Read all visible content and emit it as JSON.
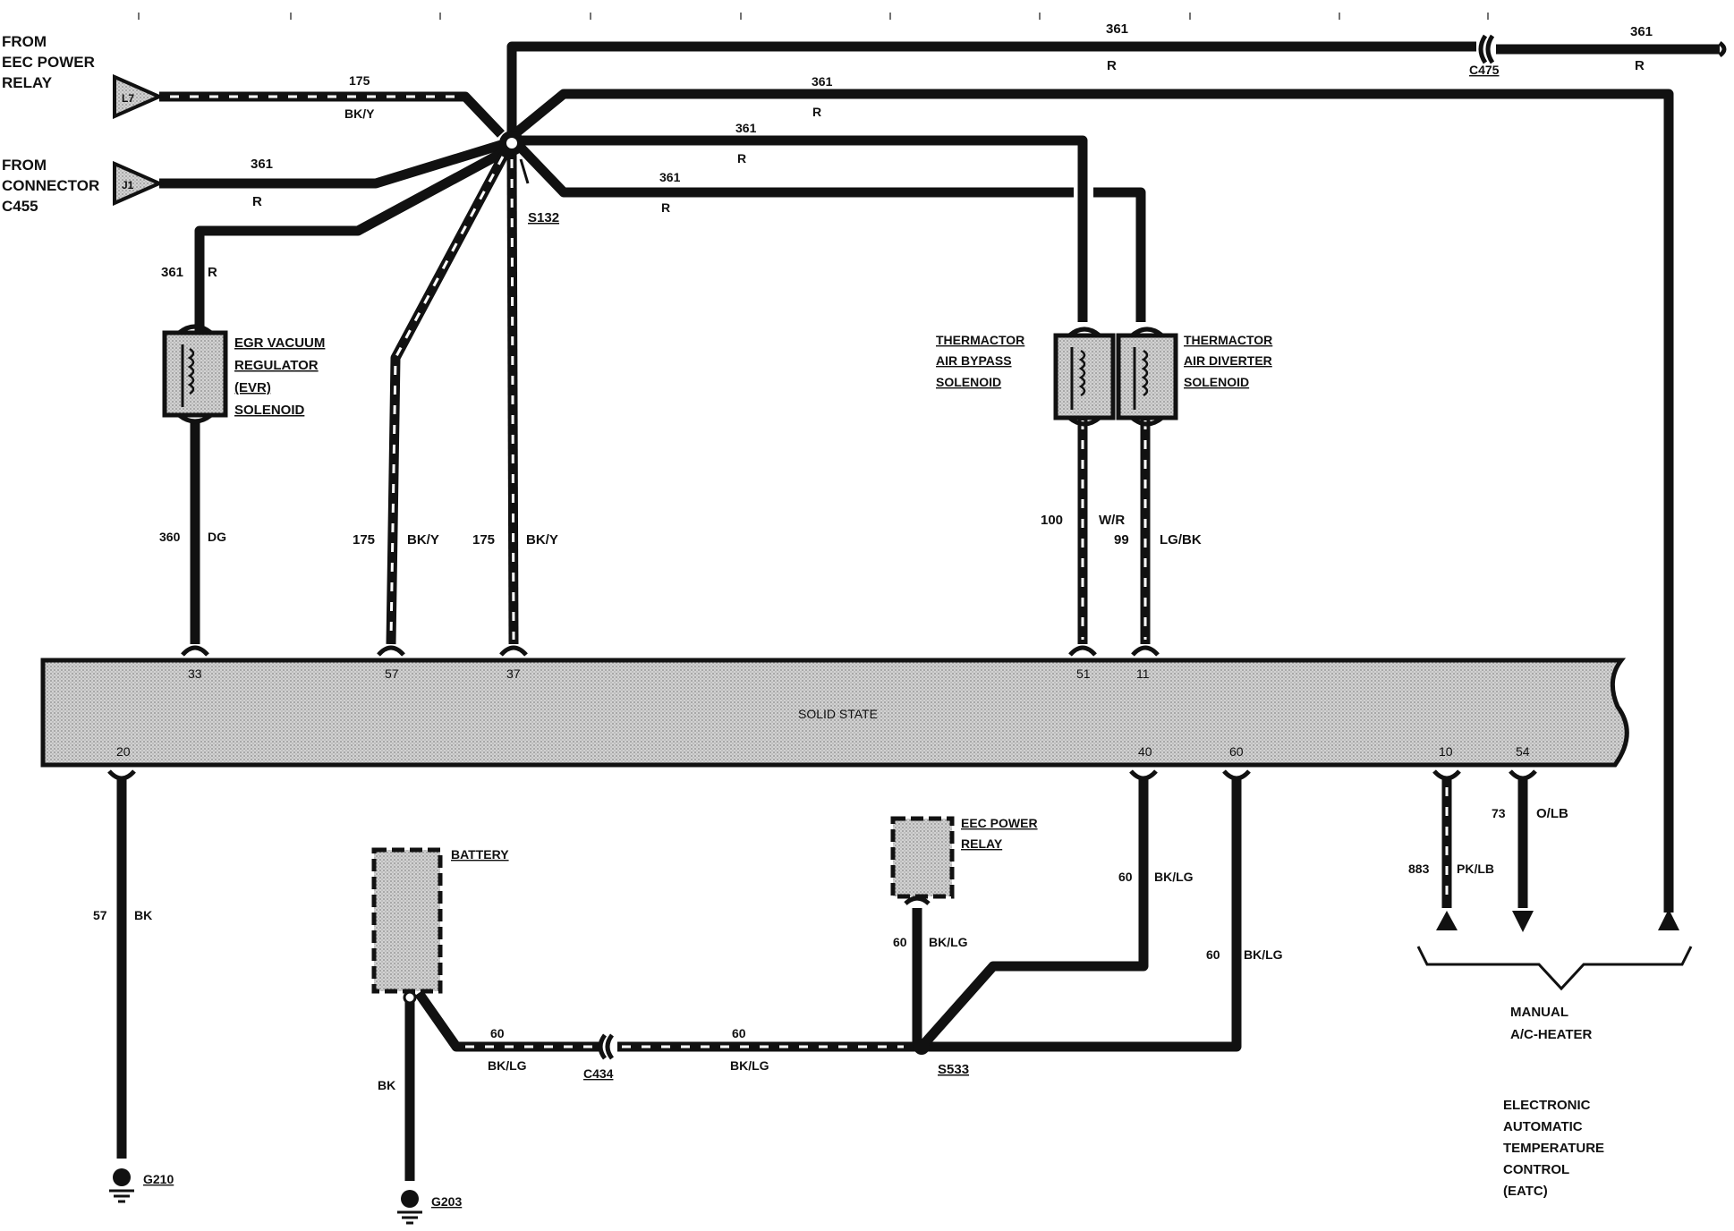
{
  "source": {
    "eec_relay_text": "FROM\nEEC POWER\nRELAY",
    "eec_relay_pin": "L7",
    "connector_text": "FROM\nCONNECTOR\nC455",
    "connector_pin": "J1"
  },
  "splices": {
    "s132": "S132",
    "s533": "S533",
    "c475": "C475",
    "c434": "C434"
  },
  "wires": {
    "w361_top": "361",
    "r_top": "R",
    "w361_right": "361",
    "r_right": "R",
    "w175_in": "175",
    "bky_in": "BK/Y",
    "w361_a": "361",
    "r_a": "R",
    "w361_b": "361",
    "r_b": "R",
    "w361_c": "361",
    "r_c": "R",
    "w361_conn": "361",
    "r_conn": "R",
    "w361_evr": "361",
    "r_evr": "R",
    "w360": "360",
    "dg": "DG",
    "w175_a": "175",
    "bky_a": "BK/Y",
    "w175_b": "175",
    "bky_b": "BK/Y",
    "w100": "100",
    "wr": "W/R",
    "w99": "99",
    "lgbk": "LG/BK",
    "w57": "57",
    "bk57": "BK",
    "w60_a": "60",
    "bklg_a": "BK/LG",
    "w60_b": "60",
    "bklg_b": "BK/LG",
    "w60_c": "60",
    "bklg_c": "BK/LG",
    "w60_d": "60",
    "bklg_d": "BK/LG",
    "w60_e": "60",
    "bklg_e": "BK/LG",
    "bk_batt": "BK",
    "w73": "73",
    "olb": "O/LB",
    "w883": "883",
    "pklb": "PK/LB"
  },
  "components": {
    "evr": [
      "EGR VACUUM",
      "REGULATOR",
      "(EVR)",
      "SOLENOID"
    ],
    "bypass": [
      "THERMACTOR",
      "AIR BYPASS",
      "SOLENOID"
    ],
    "diverter": [
      "THERMACTOR",
      "AIR DIVERTER",
      "SOLENOID"
    ],
    "battery": "BATTERY",
    "eec_relay": [
      "EEC POWER",
      "RELAY"
    ]
  },
  "module": {
    "label": "SOLID STATE",
    "pins_top": [
      "33",
      "57",
      "37",
      "51",
      "11"
    ],
    "pins_bottom": [
      "20",
      "40",
      "60",
      "10",
      "54"
    ]
  },
  "grounds": {
    "g210": "G210",
    "g203": "G203"
  },
  "outputs": {
    "manual": [
      "MANUAL",
      "A/C-HEATER"
    ],
    "eatc": [
      "ELECTRONIC",
      "AUTOMATIC",
      "TEMPERATURE",
      "CONTROL",
      "(EATC)"
    ]
  },
  "colors": {
    "ink": "#111111",
    "module_fill": "#cfcfcf",
    "component_fill": "#c8c8c8"
  }
}
